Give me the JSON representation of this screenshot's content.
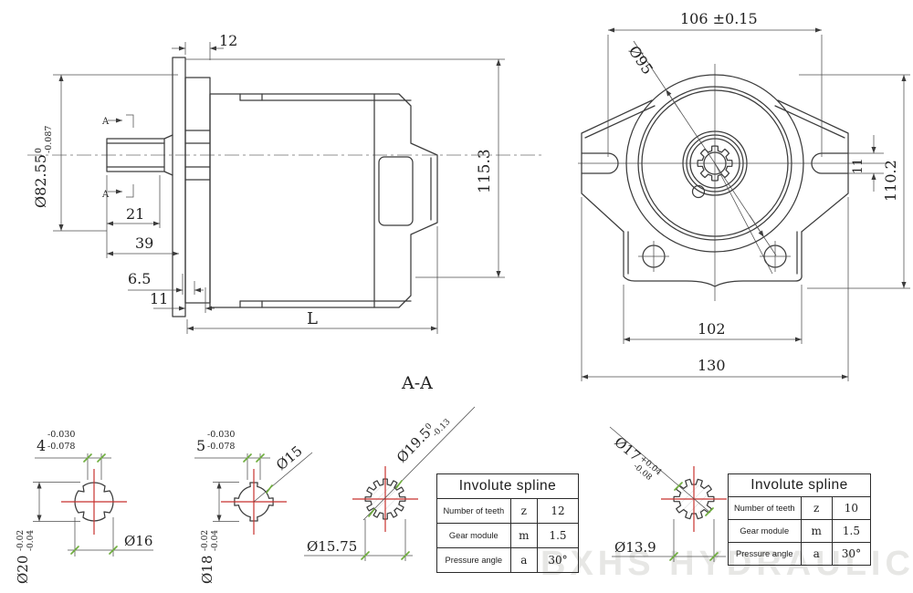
{
  "drawing": {
    "watermark": "BXHS HYDRAULIC",
    "section_label": "A-A",
    "side_view": {
      "dim_flange_offset": "12",
      "dim_pilot": "Ø82.55",
      "dim_pilot_tol_hi": "0",
      "dim_pilot_tol_lo": "-0.087",
      "dim_shaft": "21",
      "dim_39": "39",
      "dim_65": "6.5",
      "dim_11": "11",
      "dim_length": "L",
      "dim_height": "115.3",
      "section_marker": "A"
    },
    "front_view": {
      "dim_width": "106 ±0.15",
      "dim_pilot_dia": "Ø95",
      "dim_slot": "11",
      "dim_height": "110.2",
      "dim_body": "102",
      "dim_overall": "130"
    },
    "splines": {
      "s1": {
        "key": "4",
        "key_hi": "-0.030",
        "key_lo": "-0.078",
        "dia": "Ø20",
        "dia_hi": "-0.02",
        "dia_lo": "-0.04",
        "width": "Ø16"
      },
      "s2": {
        "key": "5",
        "key_hi": "-0.030",
        "key_lo": "-0.078",
        "major": "Ø15",
        "dia": "Ø18",
        "dia_hi": "-0.02",
        "dia_lo": "-0.04"
      },
      "s3": {
        "major": "Ø19.5",
        "major_hi": "0",
        "major_lo": "-0.13",
        "root": "Ø15.75"
      },
      "s4": {
        "major": "Ø17",
        "major_hi": "+0.04",
        "major_lo": "-0.08",
        "root": "Ø13.9"
      }
    },
    "tables": [
      {
        "title": "Involute spline",
        "rows": [
          {
            "label": "Number of teeth",
            "symbol": "z",
            "value": "12"
          },
          {
            "label": "Gear module",
            "symbol": "m",
            "value": "1.5"
          },
          {
            "label": "Pressure angle",
            "symbol": "a",
            "value": "30°"
          }
        ]
      },
      {
        "title": "Involute spline",
        "rows": [
          {
            "label": "Number of teeth",
            "symbol": "z",
            "value": "10"
          },
          {
            "label": "Gear module",
            "symbol": "m",
            "value": "1.5"
          },
          {
            "label": "Pressure angle",
            "symbol": "a",
            "value": "30°"
          }
        ]
      }
    ]
  }
}
